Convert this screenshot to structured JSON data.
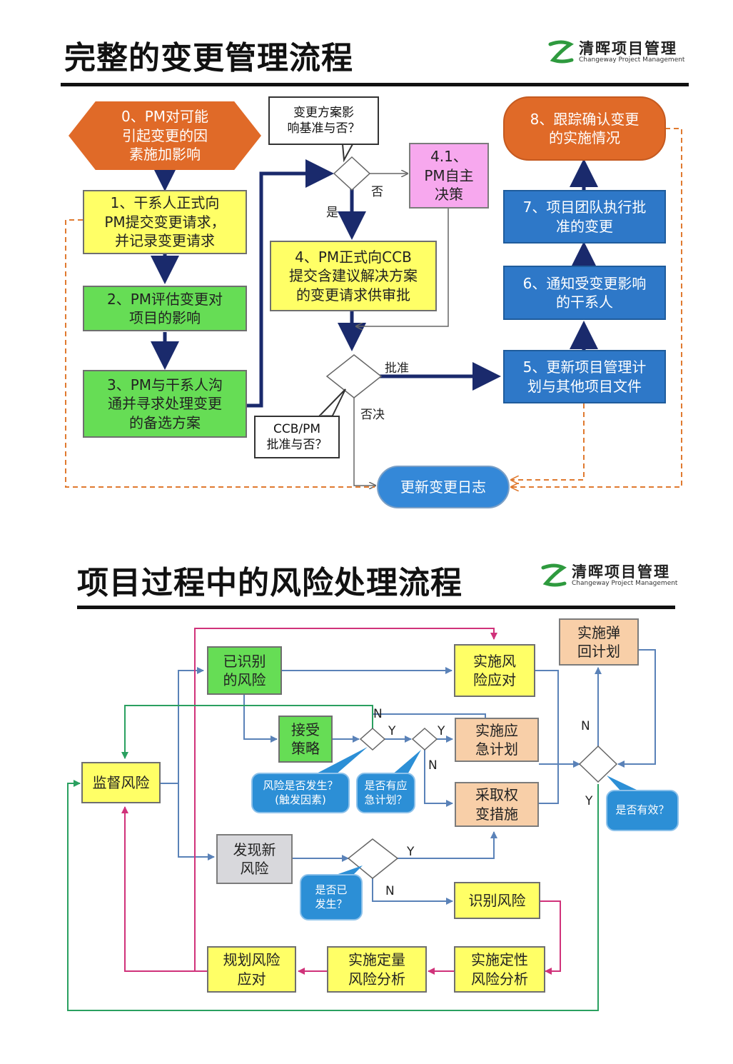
{
  "logo": {
    "cn": "清晖项目管理",
    "en": "Changeway Project Management"
  },
  "top": {
    "title": "完整的变更管理流程",
    "step0": "0、PM对可能\n引起变更的因\n素施加影响",
    "step1": "1、干系人正式向\nPM提交变更请求，\n并记录变更请求",
    "step2": "2、PM评估变更对\n项目的影响",
    "step3": "3、PM与干系人沟\n通并寻求处理变更\n的备选方案",
    "question_baseline": "变更方案影\n响基准与否？",
    "step41": "4.1、\nPM自主\n决策",
    "step4": "4、PM正式向CCB\n提交含建议解决方案\n的变更请求供审批",
    "question_ccb": "CCB/PM\n批准与否？",
    "step5": "5、更新项目管理计\n划与其他项目文件",
    "step6": "6、通知受变更影响\n的干系人",
    "step7": "7、项目团队执行批\n准的变更",
    "step8": "8、跟踪确认变更\n的实施情况",
    "update_log": "更新变更日志",
    "label_no": "否",
    "label_yes": "是",
    "label_approve": "批准",
    "label_reject": "否决"
  },
  "bottom": {
    "title": "项目过程中的风险处理流程",
    "identified_risk": "已识别\n的风险",
    "accept_strategy": "接受\n策略",
    "implement_response": "实施风\n险应对",
    "implement_contingency": "实施应\n急计划",
    "workaround": "采取权\n变措施",
    "fallback": "实施弹\n回计划",
    "monitor_risk": "监督风险",
    "new_risk": "发现新\n风险",
    "identify_risk": "识别风险",
    "qualitative": "实施定性\n风险分析",
    "quantitative": "实施定量\n风险分析",
    "plan_response": "规划风险\n应对",
    "q_occurred": "风险是否发生？\n(触发因素)",
    "q_contingency": "是否有应\n急计划？",
    "q_effective": "是否有效？",
    "q_happened": "是否已\n发生？",
    "label_y": "Y",
    "label_n": "N"
  },
  "colors": {
    "orange": "#e06a28",
    "yellow": "#ffff66",
    "green": "#66dd55",
    "blue": "#2e78c8",
    "pink_box": "#f7a8ee",
    "peach": "#f8cfa8",
    "dark_arrow": "#1a2a6c",
    "dashed_orange": "#e07a30",
    "steel_blue": "#5a82b8",
    "magenta": "#d0327a",
    "teal_green": "#2aa060"
  }
}
